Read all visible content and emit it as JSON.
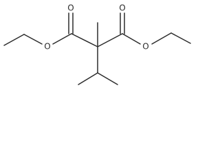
{
  "molecule": {
    "atom_labels": {
      "o_left_carbonyl": "O",
      "o_right_carbonyl": "O",
      "o_left_ester": "O",
      "o_right_ester": "O"
    }
  },
  "colors": {
    "bond": "#2b2b2b",
    "background": "#ffffff"
  }
}
